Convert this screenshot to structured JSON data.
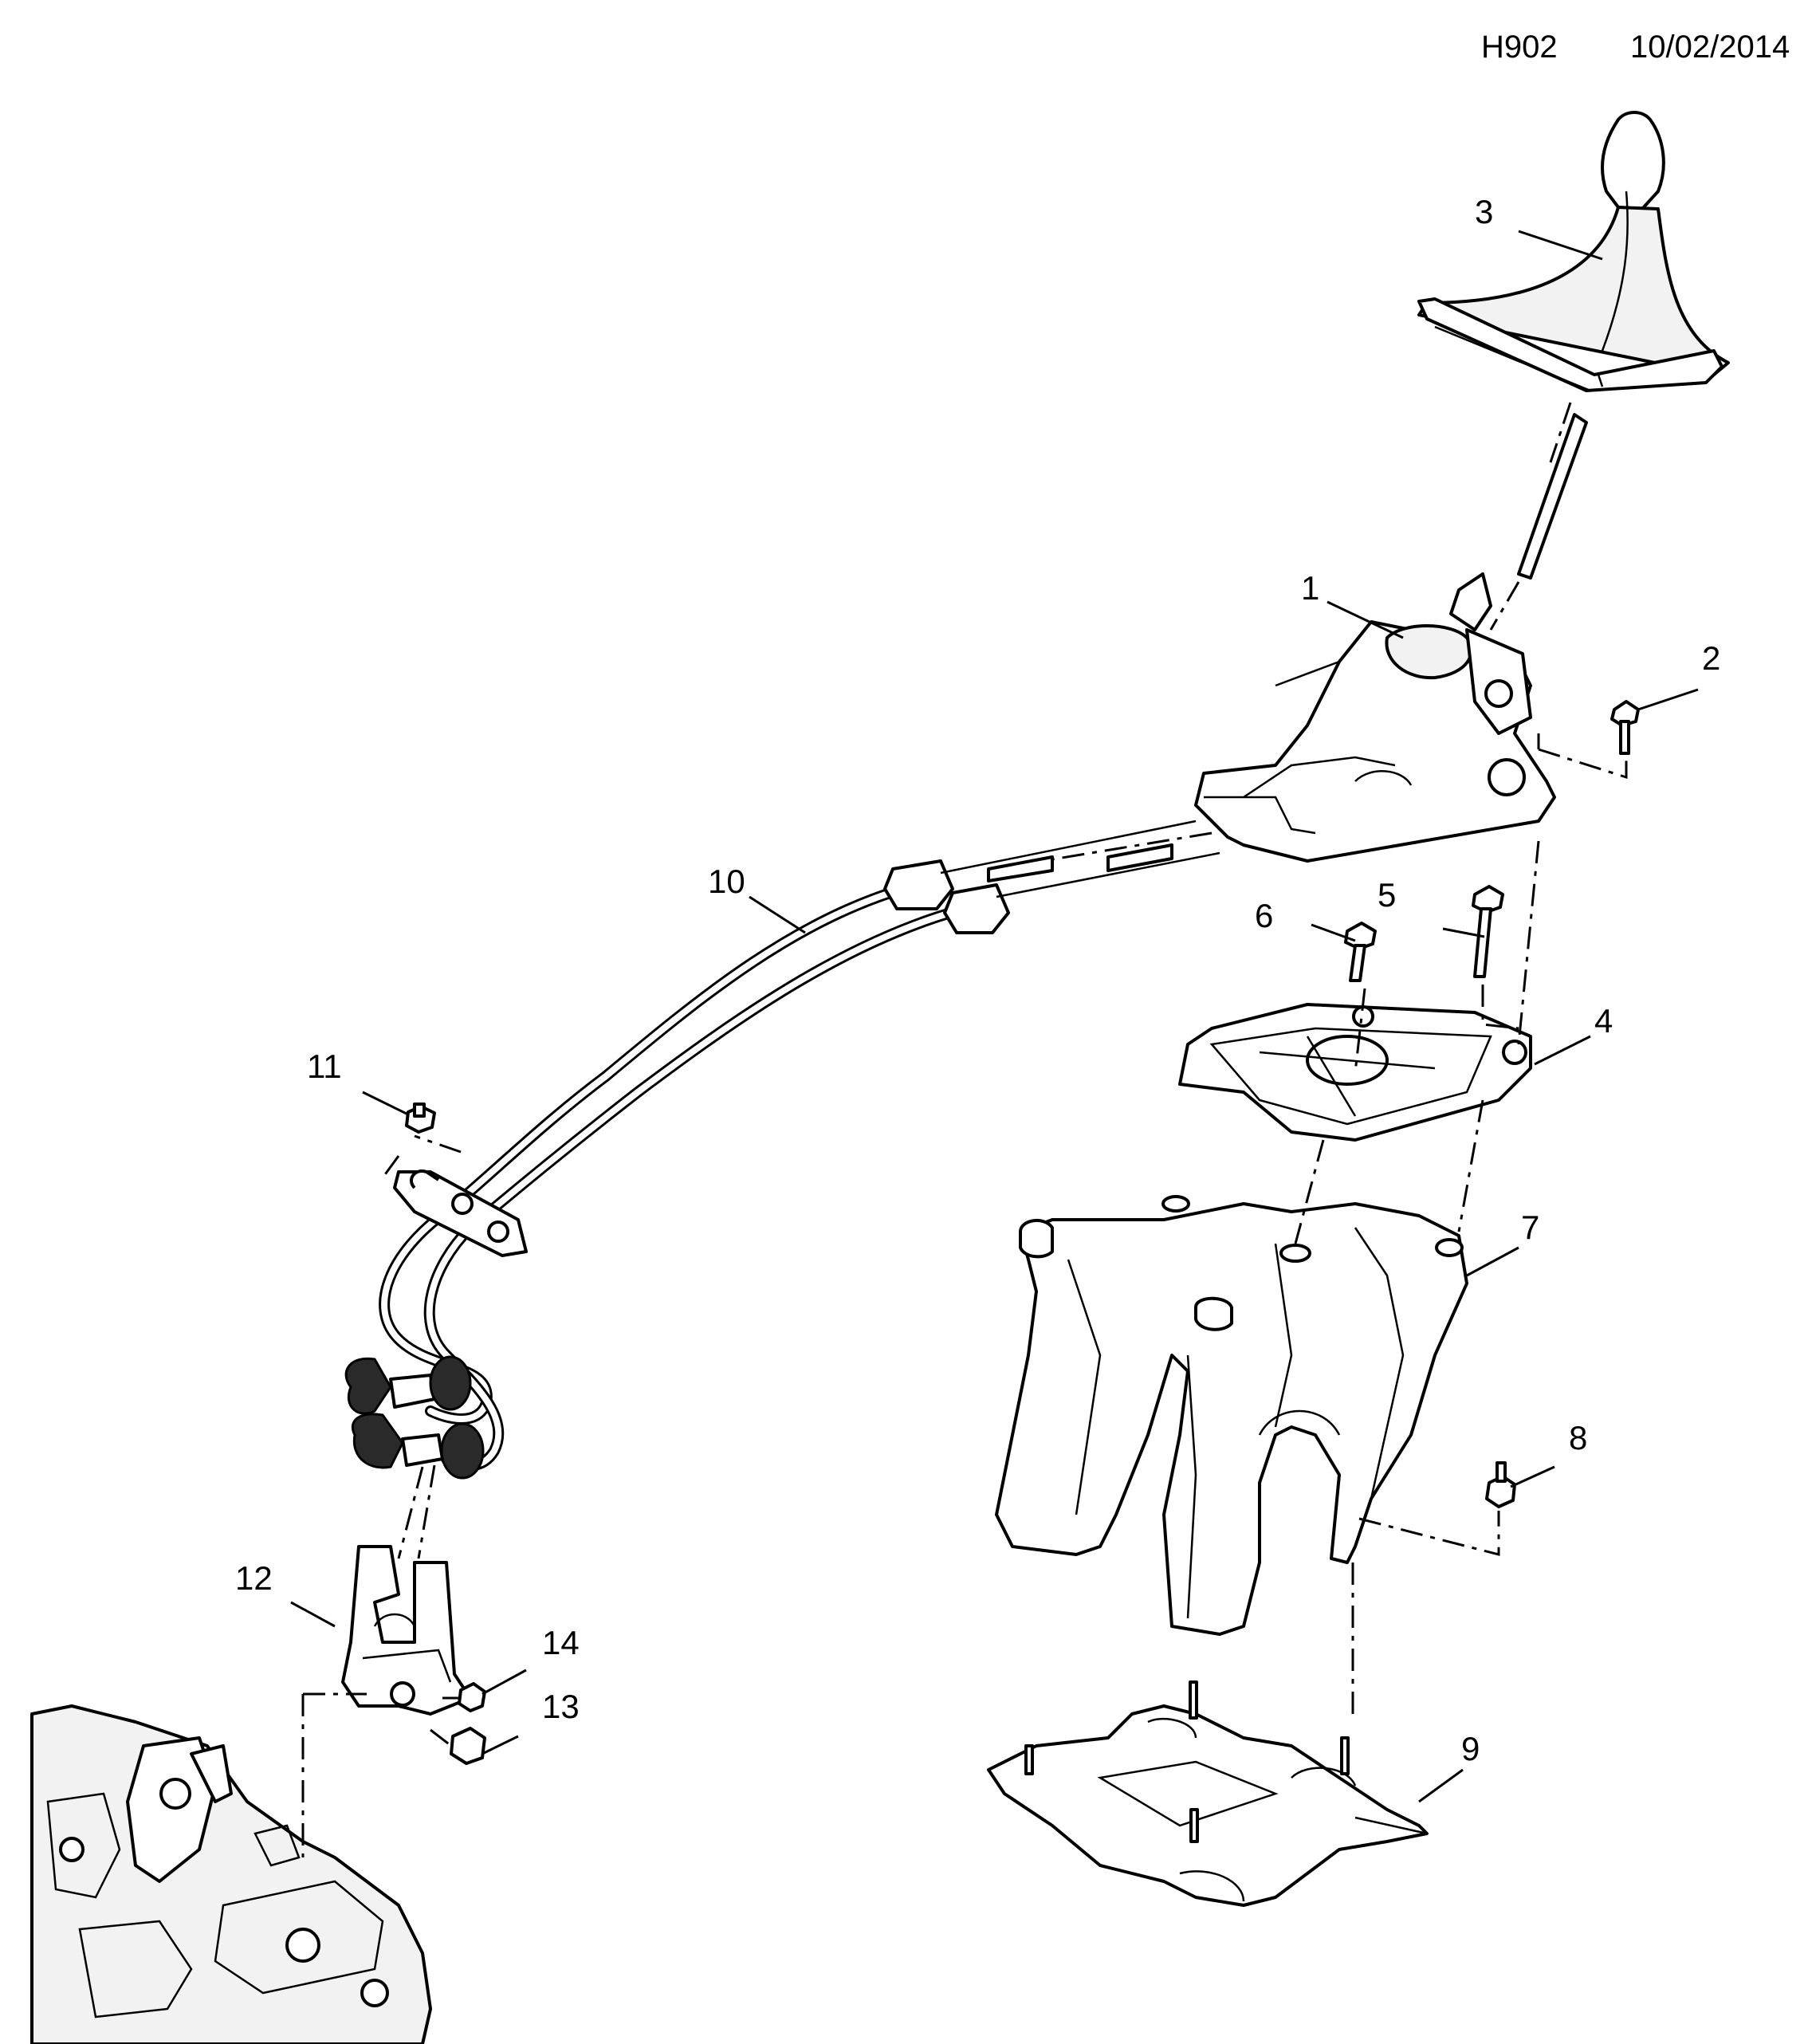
{
  "header": {
    "diagram_code": "H902",
    "date": "10/02/2014"
  },
  "callouts": [
    "1",
    "2",
    "3",
    "4",
    "5",
    "6",
    "7",
    "8",
    "9",
    "10",
    "11",
    "12",
    "13",
    "14"
  ]
}
